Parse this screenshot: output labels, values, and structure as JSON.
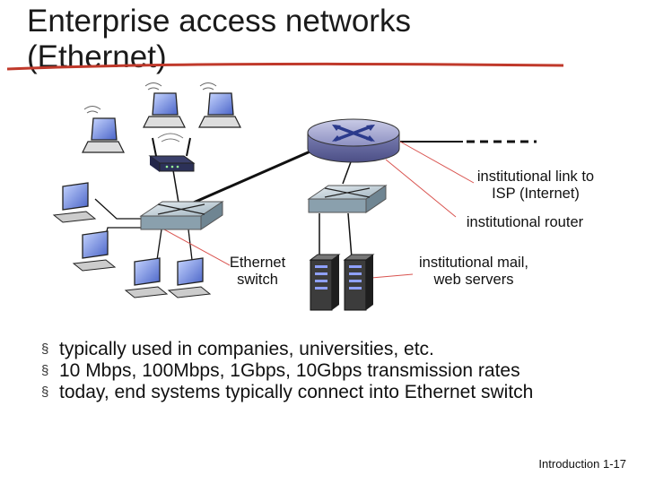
{
  "slide": {
    "title_line1": "Enterprise access networks",
    "title_line2": "(Ethernet)",
    "title_underline_color": "#c0392b"
  },
  "diagram": {
    "labels": {
      "isp_link_line1": "institutional link to",
      "isp_link_line2": "ISP (Internet)",
      "router": "institutional router",
      "switch_line1": "Ethernet",
      "switch_line2": "switch",
      "servers_line1": "institutional mail,",
      "servers_line2": "web servers"
    },
    "icons": [
      "router-icon",
      "ethernet-switch-icon",
      "wireless-access-point-icon",
      "laptop-icon",
      "desktop-pc-icon",
      "server-icon"
    ]
  },
  "bullets": [
    "typically used in companies, universities, etc.",
    "10 Mbps, 100Mbps, 1Gbps, 10Gbps transmission rates",
    "today, end systems typically connect into Ethernet switch"
  ],
  "bullet_marker": "§",
  "footer": {
    "text": "Introduction 1-17"
  }
}
